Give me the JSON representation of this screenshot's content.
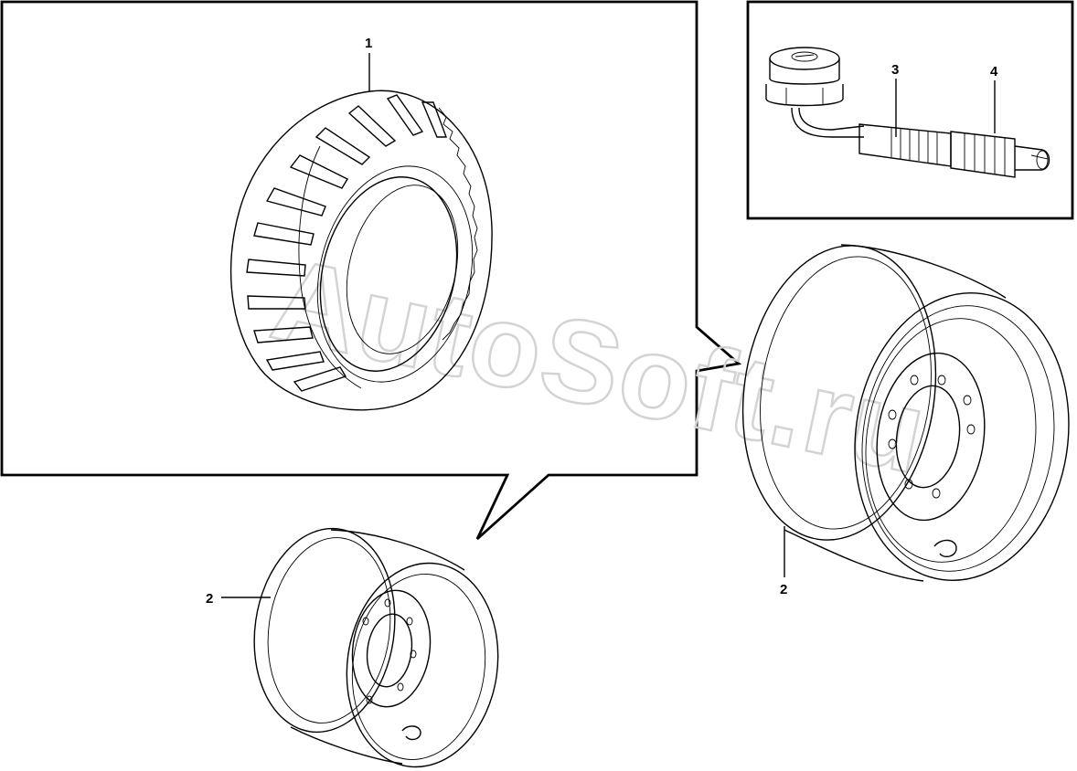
{
  "watermark": "AutoSoft.ru",
  "callouts": {
    "tire": "1",
    "rim_small": "2",
    "rim_large": "2",
    "valve_extension": "3",
    "valve_core": "4"
  }
}
